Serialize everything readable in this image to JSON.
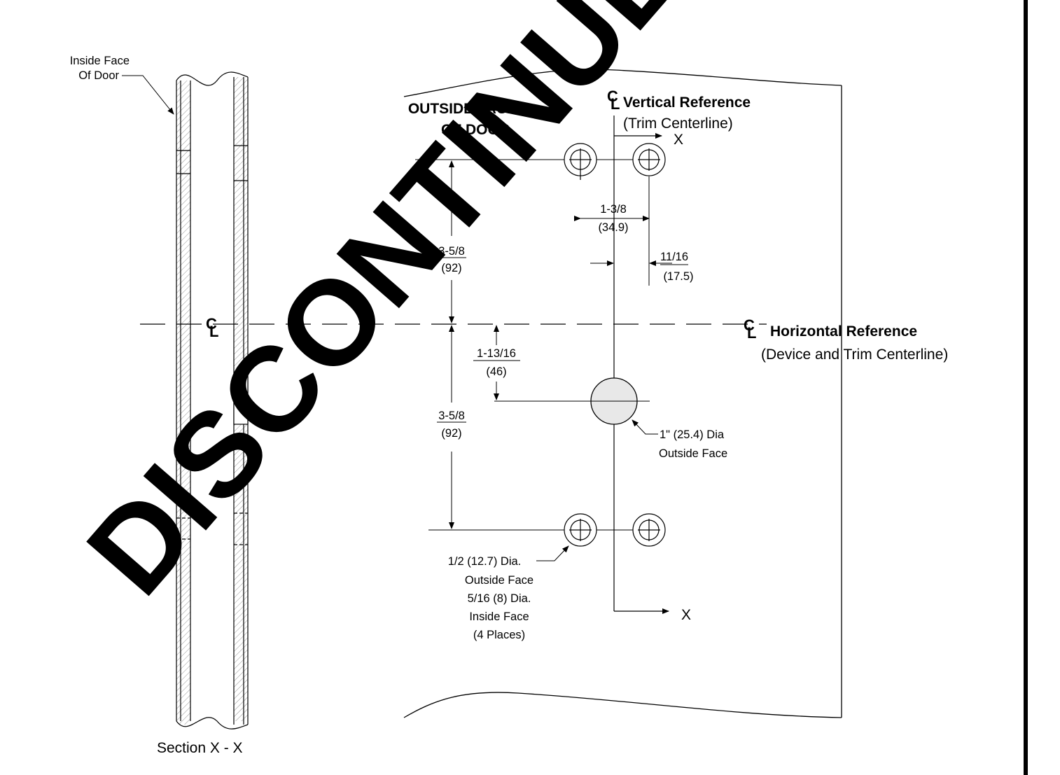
{
  "section_view": {
    "inside_face_label": [
      "Inside Face",
      "Of Door"
    ],
    "section_label": "Section X - X",
    "centerline_symbol": "CL"
  },
  "face_view": {
    "outside_face_label": [
      "OUTSIDE FACE",
      "OF DOOR"
    ],
    "vertical_reference": {
      "title": "Vertical Reference",
      "subtitle": "(Trim Centerline)",
      "section_mark": "X"
    },
    "horizontal_reference": {
      "title": "Horizontal Reference",
      "subtitle": "(Device and Trim Centerline)"
    },
    "dimensions": {
      "hole_spacing": {
        "fraction": "1-3/8",
        "metric": "(34.9)"
      },
      "offset": {
        "fraction": "11/16",
        "metric": "(17.5)"
      },
      "upper_height": {
        "fraction": "3-5/8",
        "metric": "(92)"
      },
      "center_hole_drop": {
        "fraction": "1-13/16",
        "metric": "(46)"
      },
      "lower_height": {
        "fraction": "3-5/8",
        "metric": "(92)"
      }
    },
    "center_hole_note": [
      "1\" (25.4) Dia",
      "Outside Face"
    ],
    "mount_hole_note": [
      "1/2 (12.7) Dia.",
      "Outside Face",
      "5/16 (8) Dia.",
      "Inside Face",
      "(4 Places)"
    ],
    "bottom_section_mark": "X"
  },
  "watermark": "DISCONTINUED",
  "colors": {
    "line": "#000000",
    "hole_fill": "#e8e8e8",
    "background": "#ffffff"
  }
}
